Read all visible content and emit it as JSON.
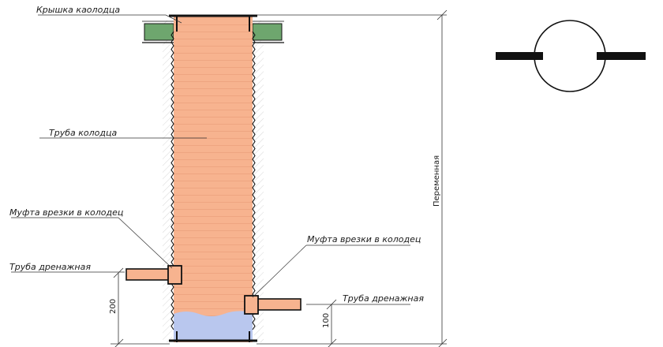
{
  "labels": {
    "cover": "Крышка каолодца",
    "well_pipe": "Труба колодца",
    "coupling_left": "Муфта врезки в колодец",
    "coupling_right": "Муфта врезки в колодец",
    "drain_left": "Труба дренажная",
    "drain_right": "Труба дренажная",
    "height": "Переменная",
    "dim_200": "200",
    "dim_100": "100"
  },
  "colors": {
    "pipe_fill": "#f7b38f",
    "water": "#b9c7ee",
    "soil_green": "#6ea66e",
    "line": "#111111",
    "hatch": "#9a9a9a"
  }
}
